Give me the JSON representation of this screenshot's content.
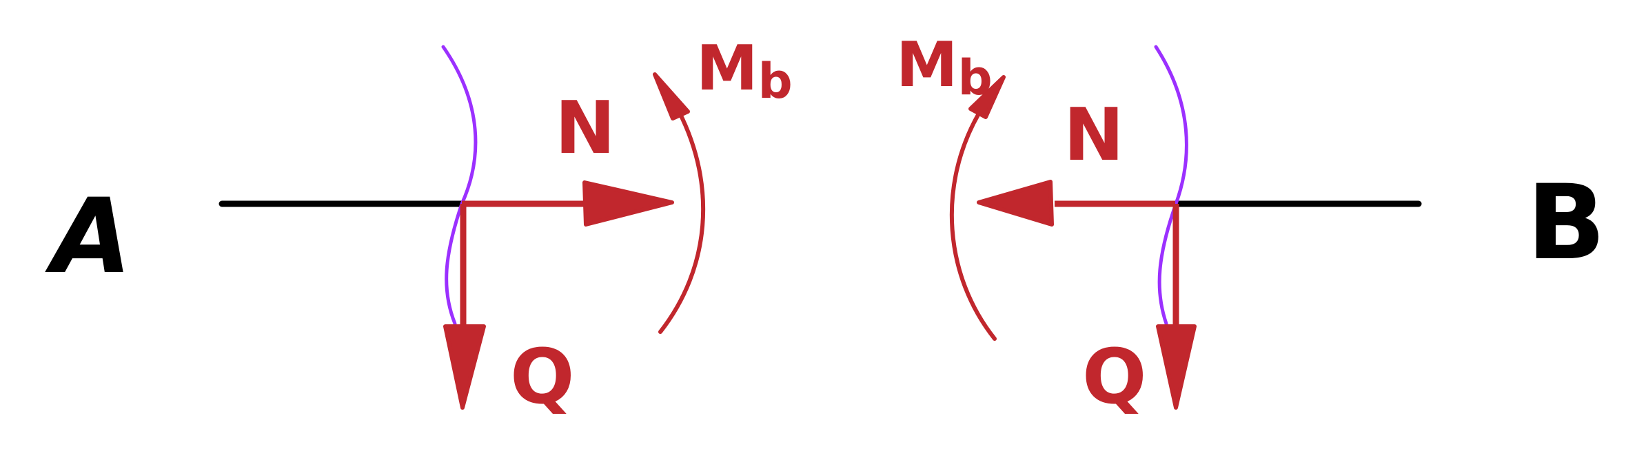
{
  "labels": {
    "point_a": "A",
    "point_b": "B",
    "normal_force_left": "N",
    "normal_force_right": "N",
    "moment_left": "M",
    "moment_left_sub": "b",
    "moment_right": "M",
    "moment_right_sub": "b",
    "shear_left": "Q",
    "shear_right": "Q"
  },
  "colors": {
    "beam": "#000000",
    "force": "#c1272d",
    "cut_line": "#9b30ff"
  }
}
